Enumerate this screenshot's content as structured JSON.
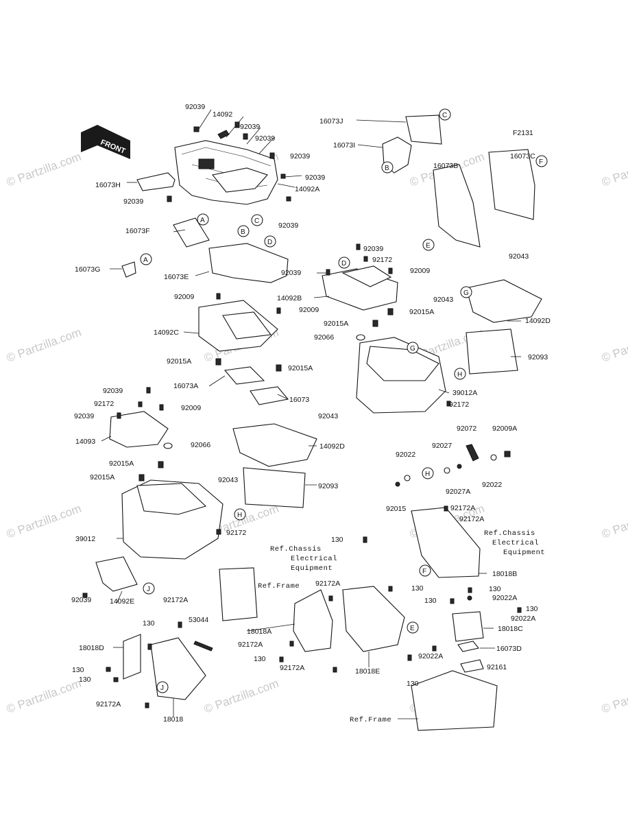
{
  "diagram_id": "F2131",
  "watermark": "© Partzilla.com",
  "front_label": "FRONT",
  "ref_labels": {
    "chassis_line1": "Ref.Chassis",
    "chassis_line2": "Electrical",
    "chassis_line3": "Equipment",
    "frame": "Ref.Frame"
  },
  "callouts": [
    "A",
    "B",
    "C",
    "D",
    "E",
    "F",
    "G",
    "H",
    "J"
  ],
  "part_numbers": {
    "p92039": "92039",
    "p14092": "14092",
    "p16073J": "16073J",
    "p16073I": "16073I",
    "p16073B": "16073B",
    "p16073C": "16073C",
    "p16073H": "16073H",
    "p14092A": "14092A",
    "p16073F": "16073F",
    "p16073E": "16073E",
    "p16073G": "16073G",
    "p92172": "92172",
    "p92009": "92009",
    "p14092B": "14092B",
    "p92043": "92043",
    "p14092D": "14092D",
    "p92015A": "92015A",
    "p14092C": "14092C",
    "p92066": "92066",
    "p92093": "92093",
    "p16073A": "16073A",
    "p16073": "16073",
    "p39012A": "39012A",
    "p14093": "14093",
    "p92072": "92072",
    "p92009A": "92009A",
    "p92027": "92027",
    "p92022": "92022",
    "p92027A": "92027A",
    "p92015": "92015",
    "p14092D2": "14092D",
    "p39012": "39012",
    "p92172A": "92172A",
    "p130": "130",
    "p18018B": "18018B",
    "p14092E": "14092E",
    "p18018A": "18018A",
    "p53044": "53044",
    "p92022A": "92022A",
    "p18018C": "18018C",
    "p18018D": "18018D",
    "p16073D": "16073D",
    "p18018E": "18018E",
    "p92161": "92161",
    "p18018": "18018"
  }
}
